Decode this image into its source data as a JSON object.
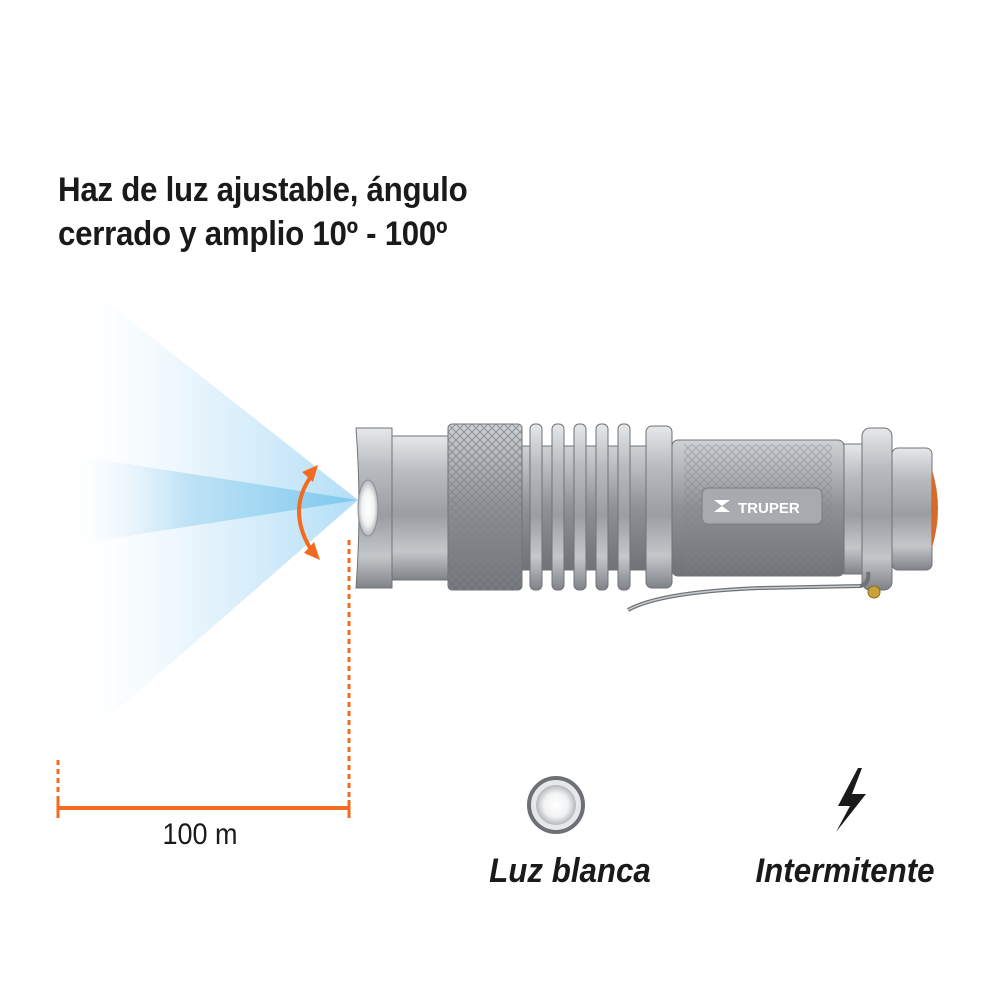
{
  "headline": {
    "line1": "Haz de luz ajustable, ángulo",
    "line2": "cerrado y amplio 10º - 100º"
  },
  "distance": {
    "label": "100 m"
  },
  "brand": {
    "logo_text": "TRUPER"
  },
  "features": [
    {
      "label": "Luz blanca",
      "icon": "white-light-icon"
    },
    {
      "label": "Intermitente",
      "icon": "lightning-icon"
    }
  ],
  "colors": {
    "accent_orange": "#f26b21",
    "beam_blue": "#8fd0f2",
    "body_silver": "#9ea2a6",
    "text": "#1a1a1a"
  }
}
